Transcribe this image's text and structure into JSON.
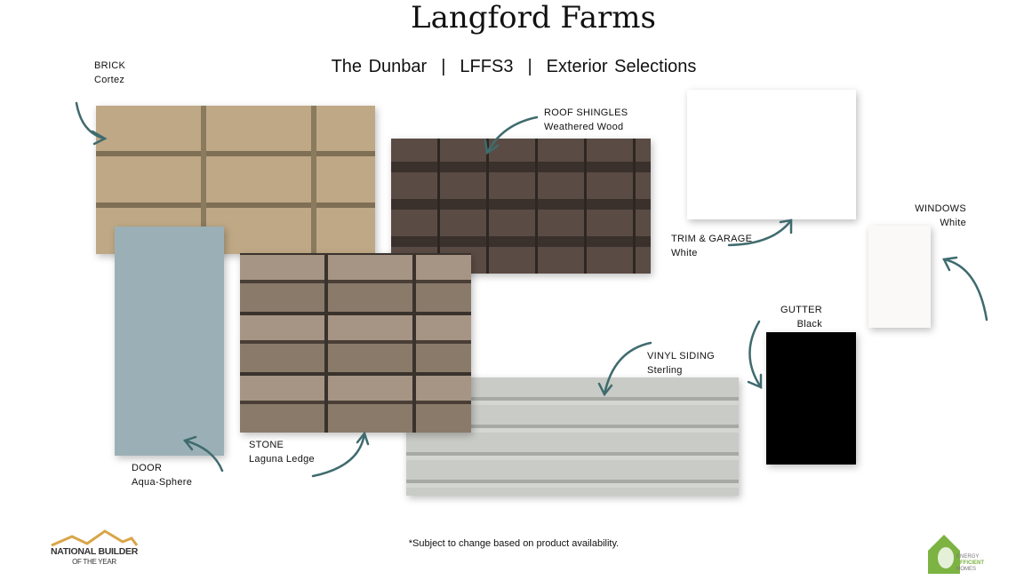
{
  "title": "Langford Farms",
  "subtitle": {
    "plan": "The Dunbar",
    "lot": "LFFS3",
    "section": "Exterior Selections",
    "sep": "|"
  },
  "selections": {
    "brick": {
      "label": "BRICK",
      "value": "Cortez"
    },
    "roof": {
      "label": "ROOF SHINGLES",
      "value": "Weathered Wood"
    },
    "trim": {
      "label": "TRIM & GARAGE",
      "value": "White"
    },
    "windows": {
      "label": "WINDOWS",
      "value": "White"
    },
    "door": {
      "label": "DOOR",
      "value": "Aqua-Sphere"
    },
    "stone": {
      "label": "STONE",
      "value": "Laguna Ledge"
    },
    "siding": {
      "label": "VINYL SIDING",
      "value": "Sterling"
    },
    "gutter": {
      "label": "GUTTER",
      "value": "Black"
    }
  },
  "colors": {
    "arrow": "#3f6b6e",
    "door": "#9bb0b6",
    "gutter": "#000000"
  },
  "footnote": "*Subject to change based on product availability.",
  "logos": {
    "left": "NATIONAL BUILDER OF THE YEAR",
    "right": "ENERGY EFFICIENT HOMES"
  }
}
